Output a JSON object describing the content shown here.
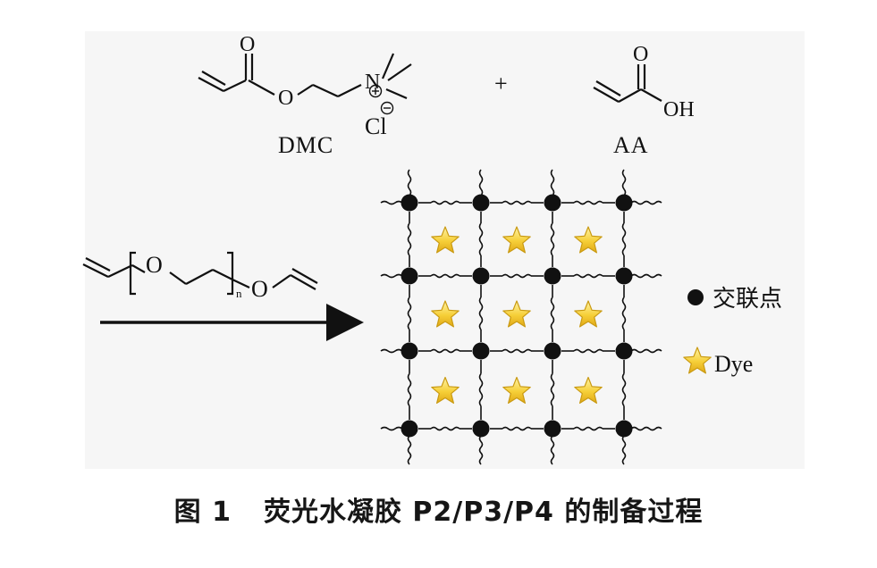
{
  "reactants": {
    "dmc": {
      "label": "DMC",
      "ester_carbonyl_O": "O",
      "ester_O": "O",
      "nitrogen": "N",
      "counter_ion": "Cl"
    },
    "plus": "+",
    "aa": {
      "label": "AA",
      "carbonyl_O": "O",
      "hydroxyl": "OH"
    }
  },
  "crosslinker": {
    "oxygen_left": "O",
    "oxygen_right": "O",
    "repeat_subscript": "n"
  },
  "legend": {
    "crosslink_label": "交联点",
    "dye_label": "Dye"
  },
  "colors": {
    "star_fill": "#f6cf38",
    "star_stroke": "#c99a12",
    "node": "#111111",
    "panel_bg": "#f6f6f6"
  },
  "caption": {
    "figure_number": "图 1",
    "text": "荧光水凝胶 P2/P3/P4 的制备过程"
  }
}
